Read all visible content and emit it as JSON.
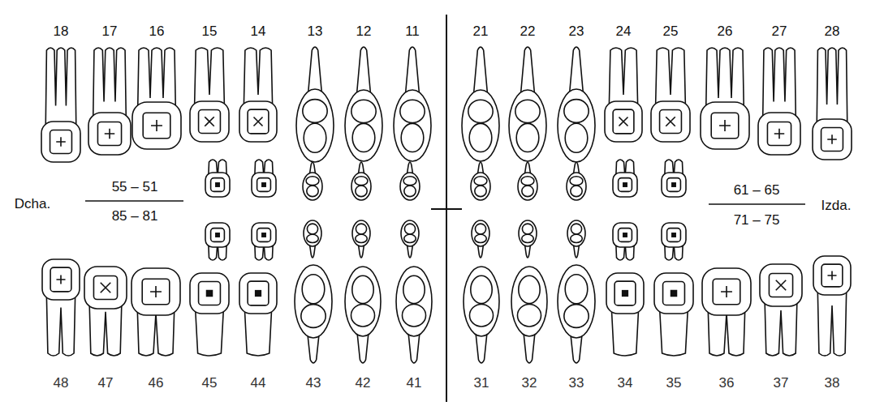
{
  "diagram": {
    "labels": [
      "18",
      "17",
      "16",
      "15",
      "14",
      "13",
      "12",
      "11",
      "21",
      "22",
      "23",
      "24",
      "25",
      "26",
      "27",
      "28",
      "Dcha.",
      "55 – 51",
      "85 – 81",
      "61 – 65",
      "71 – 75",
      "Izda.",
      "48",
      "47",
      "46",
      "45",
      "44",
      "43",
      "42",
      "41",
      "31",
      "32",
      "33",
      "34",
      "35",
      "36",
      "37",
      "38"
    ]
  }
}
